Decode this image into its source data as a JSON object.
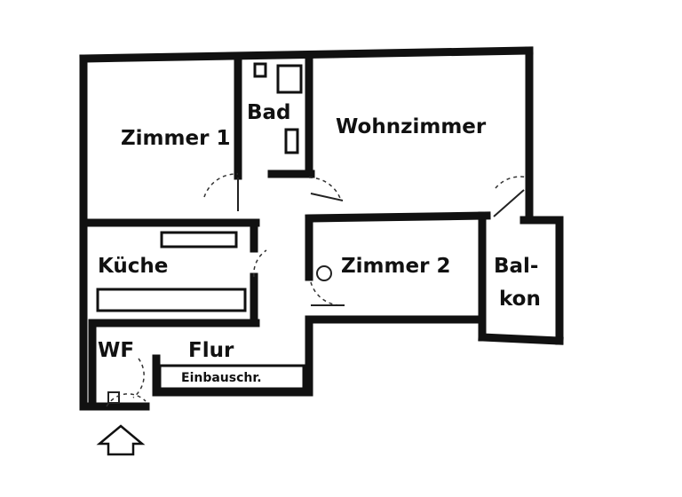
{
  "rooms": {
    "zimmer1": "Zimmer 1",
    "bad": "Bad",
    "wohnzimmer": "Wohnzimmer",
    "kueche": "Küche",
    "zimmer2": "Zimmer 2",
    "balkon_line1": "Bal-",
    "balkon_line2": "kon",
    "wf": "WF",
    "flur": "Flur",
    "einbauschrank": "Einbauschr."
  },
  "colors": {
    "wall": "#111111",
    "background": "#ffffff"
  },
  "icons": {
    "entrance": "entrance-arrow-icon"
  }
}
